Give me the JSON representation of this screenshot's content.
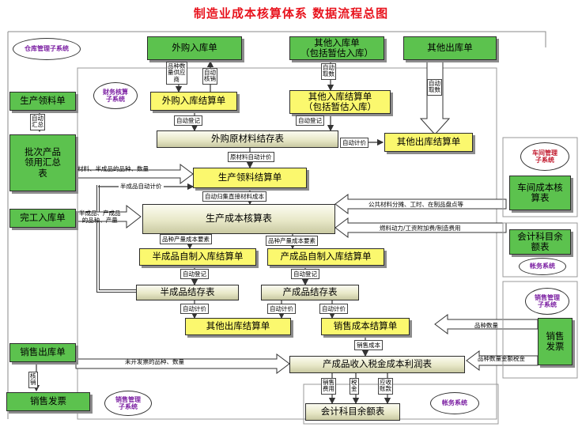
{
  "title": "制造业成本核算体系    数据流程总图",
  "subsystems": {
    "warehouse": "仓库管理子系统",
    "finance": "财务核算\n子系统",
    "workshop": "车间管理\n子系统",
    "accounts_right": "帐务系统",
    "sales": "销售管理\n子系统",
    "sales_bottom": "销售管理\n子系统",
    "accounts_bottom": "帐务系统"
  },
  "nodes": {
    "purchase_in": "外购入库单",
    "other_in": "其他入库单\n（包括暂估入库）",
    "other_out": "其他出库单",
    "prod_pick": "生产领料单",
    "batch_summary": "批次产品\n领用汇总\n表",
    "finished_in": "完工入库单",
    "sales_out": "销售出库单",
    "sales_invoice_left": "销售发票",
    "purchase_settle": "外购入库结算单",
    "other_in_settle": "其他入库结算单\n（包括暂估入库）",
    "raw_stock": "外购原材料结存表",
    "other_out_settle": "其他出库结算单",
    "prod_pick_settle": "生产领料结算单",
    "prod_cost": "生产成本核算表",
    "semi_in_settle": "半成品自制入库结算单",
    "fin_in_settle": "产成品自制入库结算单",
    "semi_stock": "半成品结存表",
    "fin_stock": "产成品结存表",
    "other_out_settle2": "其他出库结算单",
    "sales_cost_settle": "销售成本结算单",
    "workshop_cost": "车间成本核\n算表",
    "account_balance": "会计科目余\n额表",
    "sales_invoice_right": "销售\n发票",
    "profit_table": "产成品收入税金成本利润表",
    "account_balance_bottom": "会计科目余额表"
  },
  "labels": {
    "l_qty_supplier": "品种数\n量供应\n商",
    "l_auto_writeoff": "自动\n核销",
    "l_auto_fetch1": "自动\n取数",
    "l_auto_fetch2": "自动\n取数",
    "l_auto_summary": "自动\n汇总",
    "l_auto_reg1": "自动登记",
    "l_auto_reg2": "自动登记",
    "l_auto_price1": "自动计价",
    "l_raw_price": "原材料自动计价",
    "l_material_qty": "材料、半成品的品种、数量",
    "l_semi_price": "半成品自动计价",
    "l_auto_direct": "自动归集直接材料成本",
    "l_finished_qty": "半成品、产成品\n的品种、产量",
    "l_public": "公共材料分摊、工时、在制品盘点等",
    "l_semi_cost_req": "品种产量成本要素",
    "l_fin_cost_req": "品种产量成本要素",
    "l_fuel": "燃料动力/工资附加费/制造费用",
    "l_auto_reg3": "自动登记",
    "l_auto_reg4": "自动登记",
    "l_auto_price2": "自动计价",
    "l_auto_price3": "自动计价",
    "l_auto_price4": "自动计价",
    "l_variety_qty": "品种数量",
    "l_sales_cost": "销售成本",
    "l_uninvoiced": "未开发票的品种、数量",
    "l_qty_amount_tax": "品种数量金额税金",
    "l_writeoff": "核\n销",
    "l_sales_fee": "销售\n费用",
    "l_tax": "税\n金",
    "l_receivable": "应收\n账款"
  }
}
